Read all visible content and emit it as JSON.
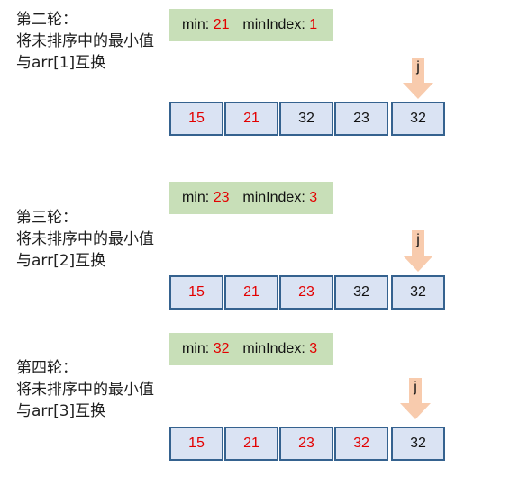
{
  "colors": {
    "sorted_text": "#e30000",
    "unsorted_text": "#111111",
    "cell_fill": "#dae3f3",
    "cell_border": "#35628f",
    "info_fill": "#c8dfb8",
    "arrow_fill": "#f8cbad"
  },
  "rounds": [
    {
      "label_lines": [
        "第二轮：",
        "将未排序中的最小值",
        "与arr[1]互换"
      ],
      "info": {
        "min_label": "min:",
        "min_value": "21",
        "index_label": "minIndex:",
        "index_value": "1"
      },
      "pointer": "j",
      "cells": [
        {
          "value": "15",
          "sorted": true
        },
        {
          "value": "21",
          "sorted": true
        },
        {
          "value": "32",
          "sorted": false
        },
        {
          "value": "23",
          "sorted": false
        },
        {
          "value": "32",
          "sorted": false
        }
      ]
    },
    {
      "label_lines": [
        "第三轮：",
        "将未排序中的最小值",
        "与arr[2]互换"
      ],
      "info": {
        "min_label": "min:",
        "min_value": "23",
        "index_label": "minIndex:",
        "index_value": "3"
      },
      "pointer": "j",
      "cells": [
        {
          "value": "15",
          "sorted": true
        },
        {
          "value": "21",
          "sorted": true
        },
        {
          "value": "23",
          "sorted": true
        },
        {
          "value": "32",
          "sorted": false
        },
        {
          "value": "32",
          "sorted": false
        }
      ]
    },
    {
      "label_lines": [
        "第四轮：",
        "将未排序中的最小值",
        "与arr[3]互换"
      ],
      "info": {
        "min_label": "min:",
        "min_value": "32",
        "index_label": "minIndex:",
        "index_value": "3"
      },
      "pointer": "j",
      "cells": [
        {
          "value": "15",
          "sorted": true
        },
        {
          "value": "21",
          "sorted": true
        },
        {
          "value": "23",
          "sorted": true
        },
        {
          "value": "32",
          "sorted": true
        },
        {
          "value": "32",
          "sorted": false
        }
      ]
    }
  ]
}
